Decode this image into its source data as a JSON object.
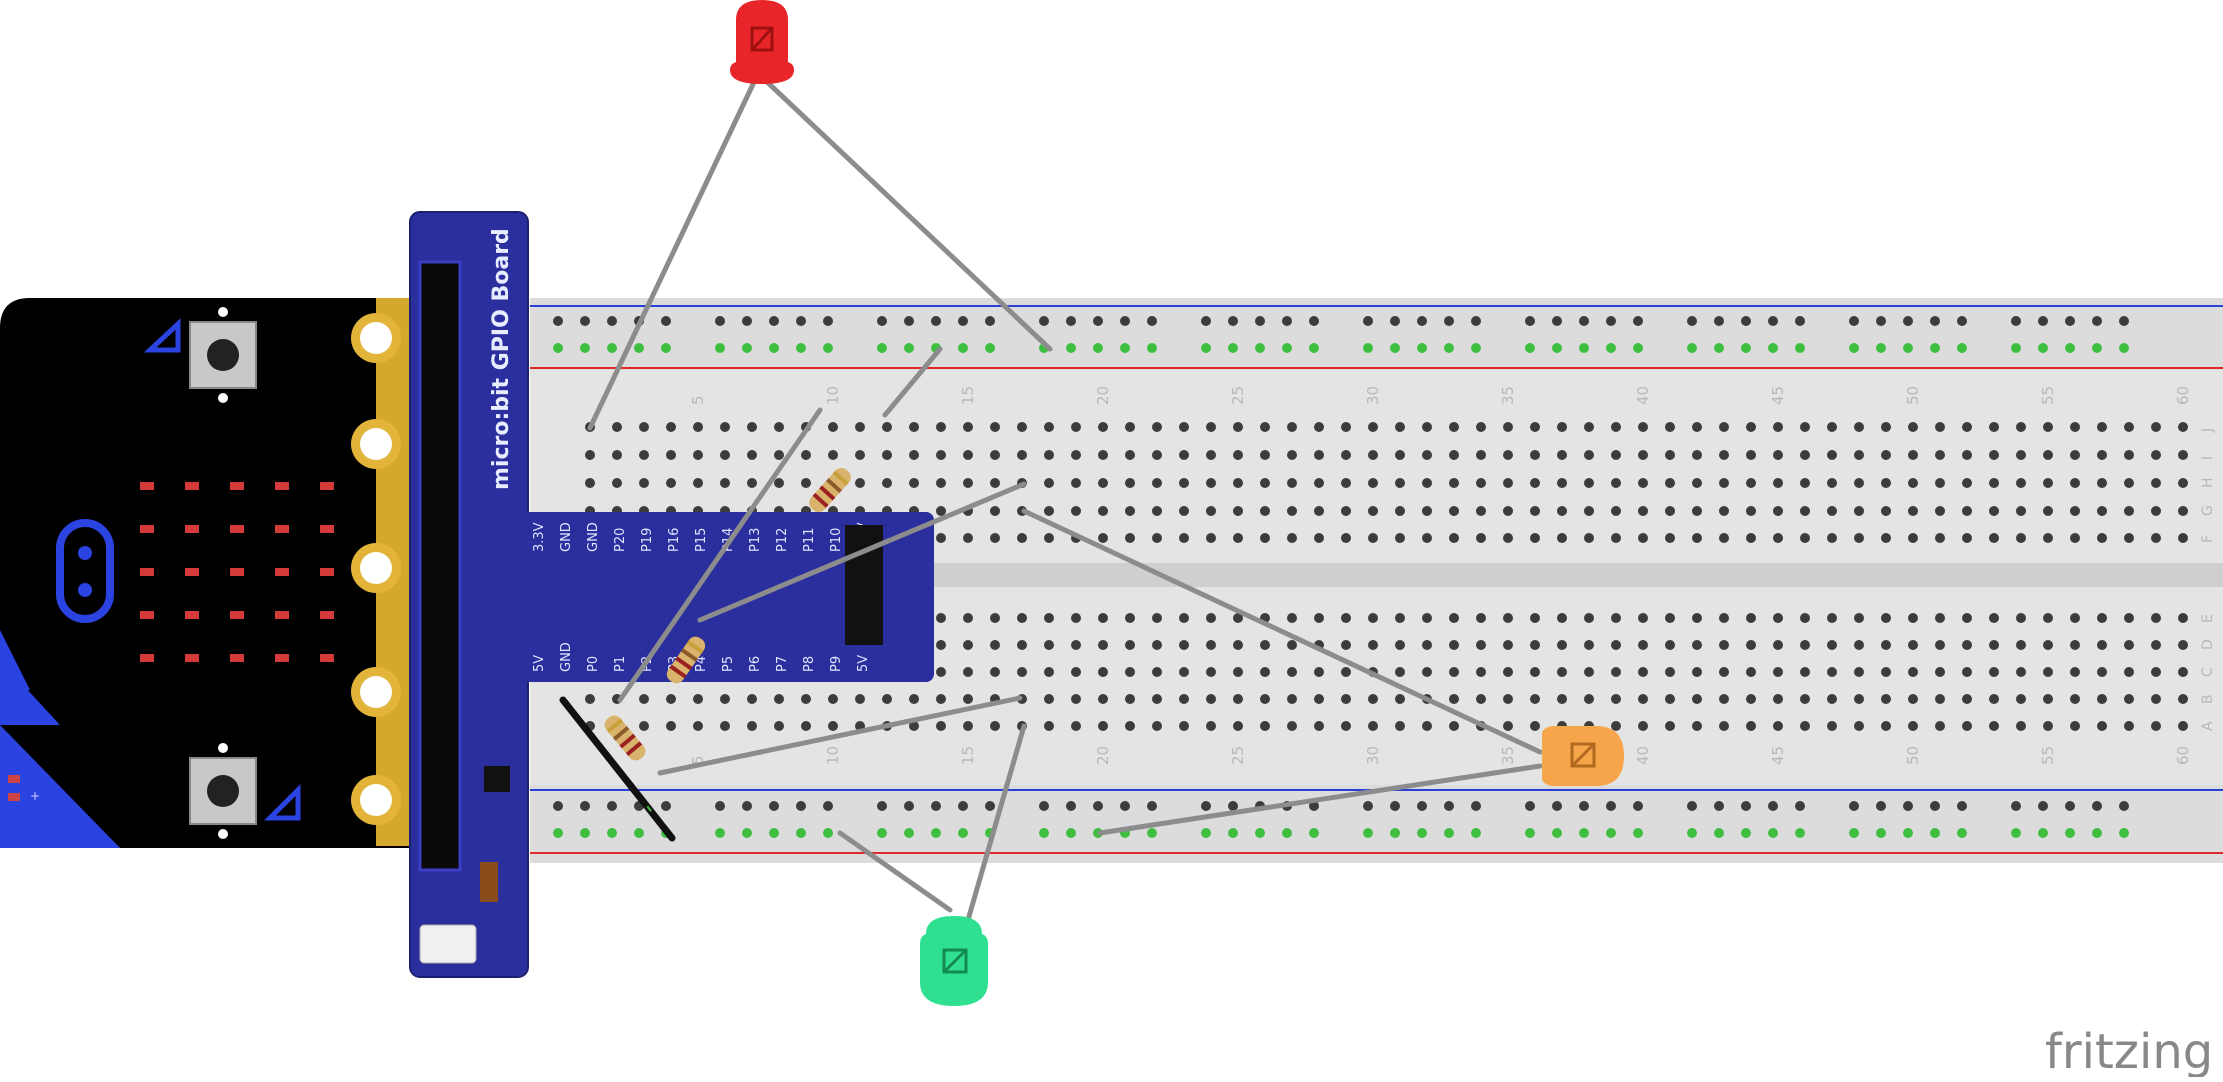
{
  "colors": {
    "board_black": "#000000",
    "gpio_blue": "#2b2f9e",
    "led_red": "#e8262a",
    "led_green": "#2ee08f",
    "led_orange": "#f7a54a",
    "wire_gray": "#8c8c8c",
    "rail_red": "#e0292b",
    "rail_blue": "#2a3fd6",
    "hole_green": "#3fbf3f",
    "breadboard": "#e6e6e6"
  },
  "gpio_board": {
    "title": "micro:bit GPIO Board",
    "top_pins": [
      "3.3V",
      "GND",
      "GND",
      "P20",
      "P19",
      "P16",
      "P15",
      "P14",
      "P13",
      "P12",
      "P11",
      "P10",
      "3.3V"
    ],
    "bottom_pins": [
      "5V",
      "GND",
      "P0",
      "P1",
      "P2",
      "P3",
      "P4",
      "P5",
      "P6",
      "P7",
      "P8",
      "P9",
      "5V"
    ]
  },
  "breadboard": {
    "column_numbers": [
      "5",
      "10",
      "15",
      "20",
      "25",
      "30",
      "35",
      "40",
      "45",
      "50",
      "55",
      "60"
    ],
    "row_letters_top": [
      "J",
      "I",
      "H",
      "G",
      "F"
    ],
    "row_letters_bottom": [
      "E",
      "D",
      "C",
      "B",
      "A"
    ]
  },
  "microbit": {
    "pad_marks": [
      "-",
      "+"
    ]
  },
  "watermark": "fritzing"
}
